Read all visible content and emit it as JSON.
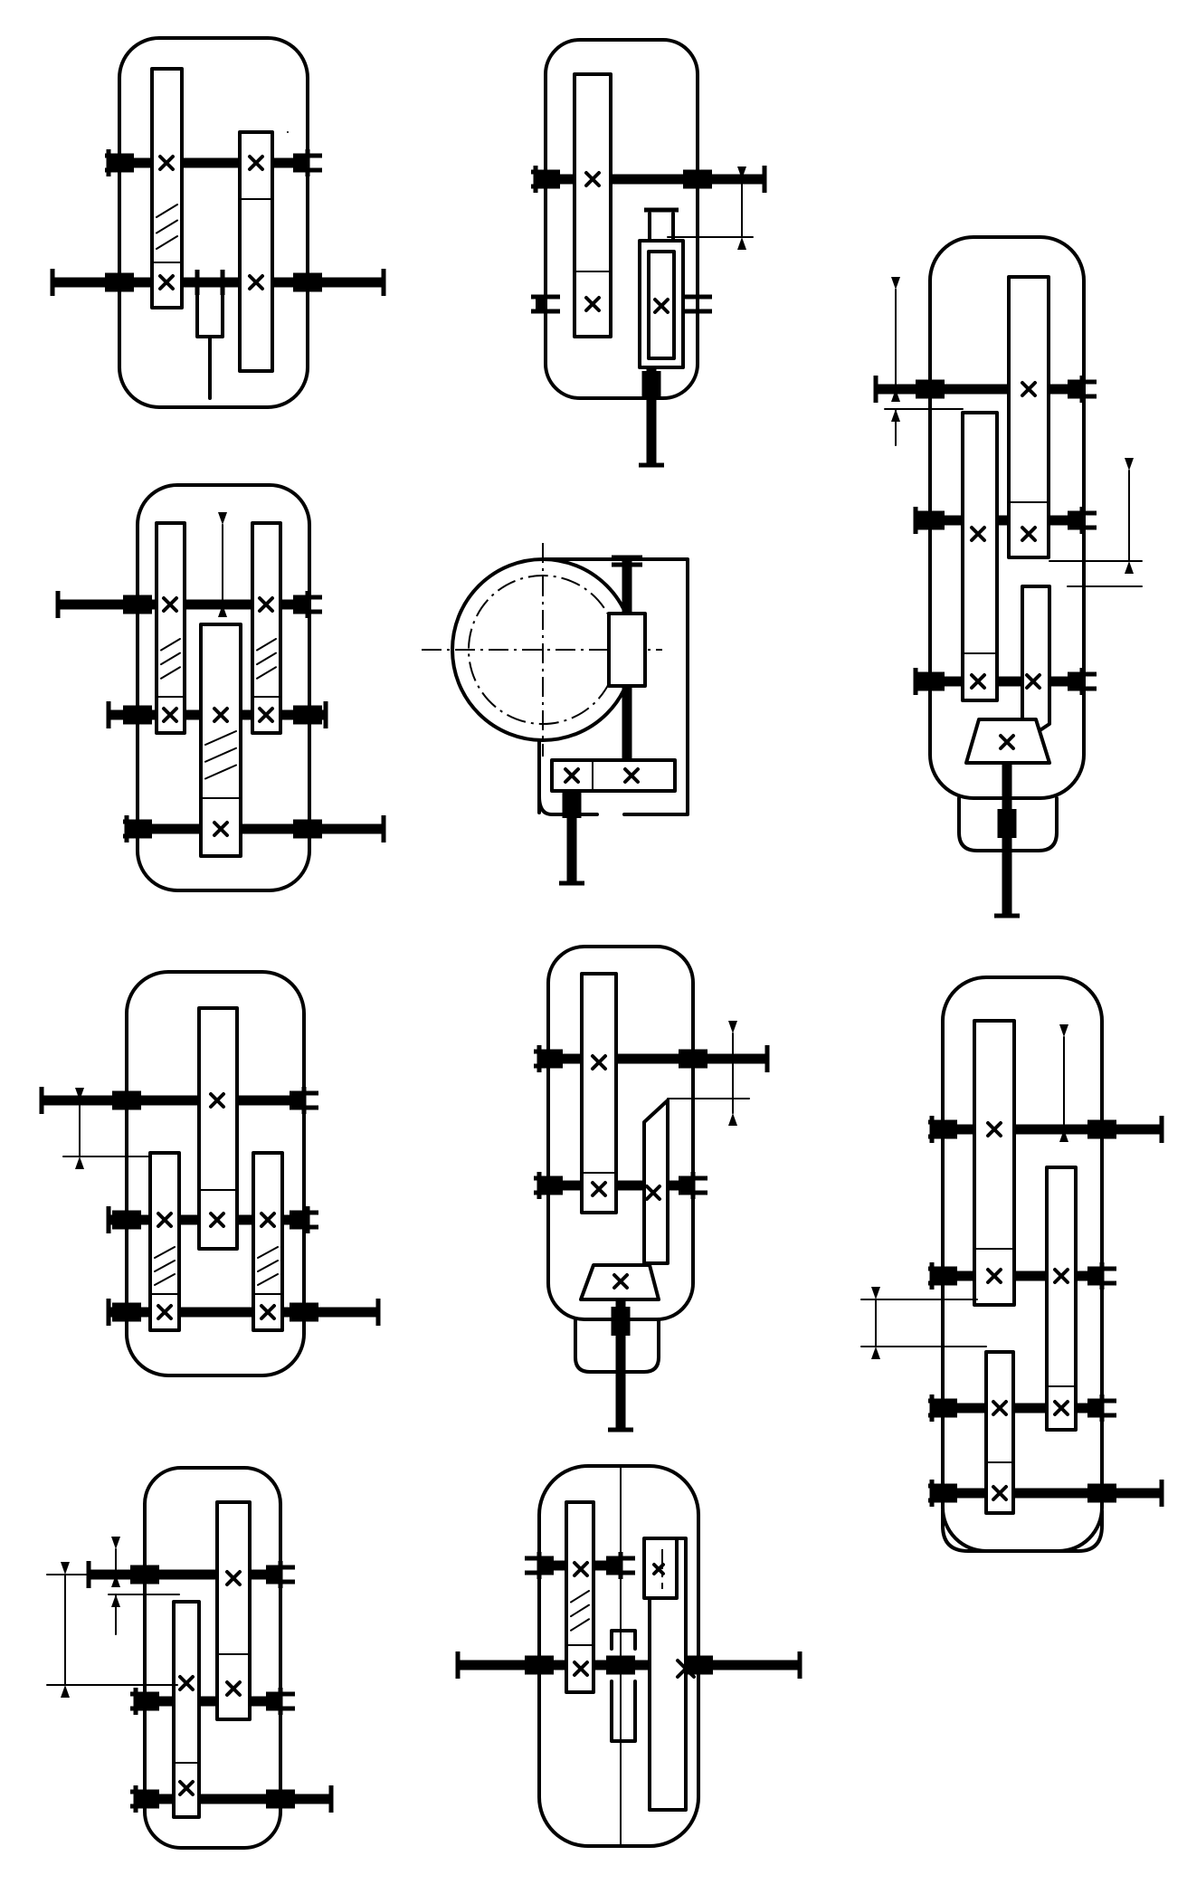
{
  "diagram": {
    "kind": "gear reducer kinematic schemes",
    "scheme_count": 11,
    "stroke_color": "#000000",
    "background_color": "#ffffff",
    "symbols": [
      "housing",
      "shaft",
      "bearing",
      "spur-gear",
      "helical-gear",
      "bevel-gear",
      "worm-gear",
      "coupling",
      "axis-distance-dimension"
    ]
  }
}
